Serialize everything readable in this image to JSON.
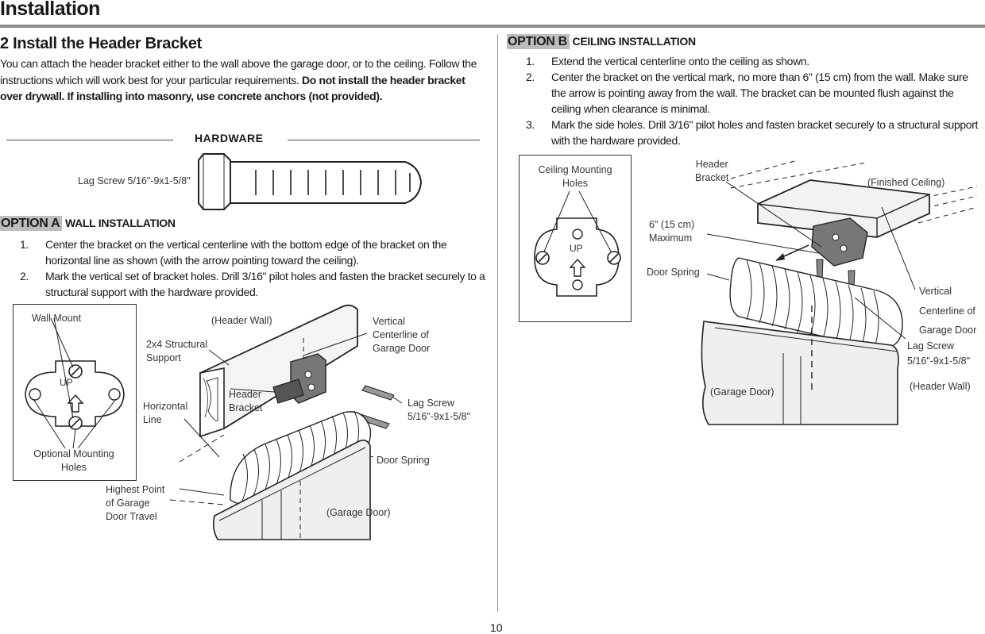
{
  "header": {
    "title": "Installation",
    "page_number": "10"
  },
  "section": {
    "title": "2 Install the Header Bracket",
    "intro_plain": "You can attach the header bracket either to the wall above the garage door, or to the ceiling. Follow the instructions which will work best for your particular requirements. ",
    "intro_bold": "Do not install the header bracket over drywall. If installing into masonry, use concrete anchors (not provided)."
  },
  "hardware": {
    "label": "HARDWARE",
    "lag_screw": "Lag Screw 5/16\"-9x1-5/8\""
  },
  "option_a": {
    "tag": "OPTION A",
    "title": "WALL INSTALLATION",
    "steps": [
      {
        "num": "1.",
        "text": "Center the bracket on the vertical centerline with the bottom edge of the bracket on the horizontal line as shown (with the arrow pointing toward the ceiling)."
      },
      {
        "num": "2.",
        "text": "Mark the vertical set of bracket holes. Drill 3/16\" pilot holes and fasten the bracket securely to a structural support with the hardware provided."
      }
    ],
    "inset": {
      "title": "Wall Mount",
      "up": "UP",
      "caption_1": "Optional Mounting",
      "caption_2": "Holes"
    },
    "labels": {
      "header_wall": "(Header Wall)",
      "structural_1": "2x4 Structural",
      "structural_2": "Support",
      "vertical_1": "Vertical",
      "vertical_2": "Centerline of",
      "vertical_3": "Garage Door",
      "header_bracket_1": "Header",
      "header_bracket_2": "Bracket",
      "horizontal_1": "Horizontal",
      "horizontal_2": "Line",
      "lag_1": "Lag Screw",
      "lag_2": "5/16\"-9x1-5/8\"",
      "door_spring": "Door Spring",
      "highest_1": "Highest Point",
      "highest_2": "of Garage",
      "highest_3": "Door Travel",
      "garage_door": "(Garage Door)"
    }
  },
  "option_b": {
    "tag": "OPTION B",
    "title": "CEILING INSTALLATION",
    "steps": [
      {
        "num": "1.",
        "text": "Extend the vertical centerline onto the ceiling as shown."
      },
      {
        "num": "2.",
        "text": "Center the bracket on the vertical mark, no more than 6\" (15 cm) from the wall. Make sure the arrow is pointing away from the wall. The bracket can be mounted flush against the ceiling when clearance is minimal."
      },
      {
        "num": "3.",
        "text": "Mark the side holes. Drill 3/16\" pilot holes and fasten bracket securely to a structural support with the hardware provided."
      }
    ],
    "inset": {
      "title_1": "Ceiling Mounting",
      "title_2": "Holes",
      "up": "UP"
    },
    "labels": {
      "header_bracket_1": "Header",
      "header_bracket_2": "Bracket",
      "finished_ceiling": "(Finished Ceiling)",
      "max_1": "6\" (15 cm)",
      "max_2": "Maximum",
      "door_spring": "Door Spring",
      "vertical_1": "Vertical",
      "vertical_2": "Centerline of",
      "vertical_3": "Garage Door",
      "lag_1": "Lag Screw",
      "lag_2": "5/16\"-9x1-5/8\"",
      "garage_door": "(Garage Door)",
      "header_wall": "(Header Wall)"
    }
  }
}
